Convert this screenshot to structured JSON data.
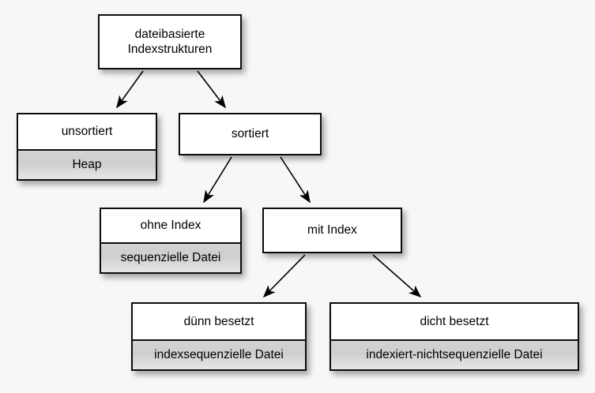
{
  "diagram": {
    "title": "dateibasierte Indexstrukturen Hierarchie",
    "background_color": "#f7f7f7",
    "node_fill": "#ffffff",
    "node_subtitle_fill": "#d2d2d2",
    "node_border_color": "#0d0d0d",
    "edge_color": "#000000"
  },
  "nodes": {
    "root": {
      "title": "dateibasierte\nIndexstrukturen",
      "subtitle": null
    },
    "unsortiert": {
      "title": "unsortiert",
      "subtitle": "Heap"
    },
    "sortiert": {
      "title": "sortiert",
      "subtitle": null
    },
    "ohne_index": {
      "title": "ohne Index",
      "subtitle": "sequenzielle Datei"
    },
    "mit_index": {
      "title": "mit Index",
      "subtitle": null
    },
    "duenn_besetzt": {
      "title": "dünn besetzt",
      "subtitle": "indexsequenzielle Datei"
    },
    "dicht_besetzt": {
      "title": "dicht besetzt",
      "subtitle": "indexiert-nichtsequenzielle Datei"
    }
  },
  "edges": [
    {
      "from": "root",
      "to": "unsortiert"
    },
    {
      "from": "root",
      "to": "sortiert"
    },
    {
      "from": "sortiert",
      "to": "ohne_index"
    },
    {
      "from": "sortiert",
      "to": "mit_index"
    },
    {
      "from": "mit_index",
      "to": "duenn_besetzt"
    },
    {
      "from": "mit_index",
      "to": "dicht_besetzt"
    }
  ]
}
